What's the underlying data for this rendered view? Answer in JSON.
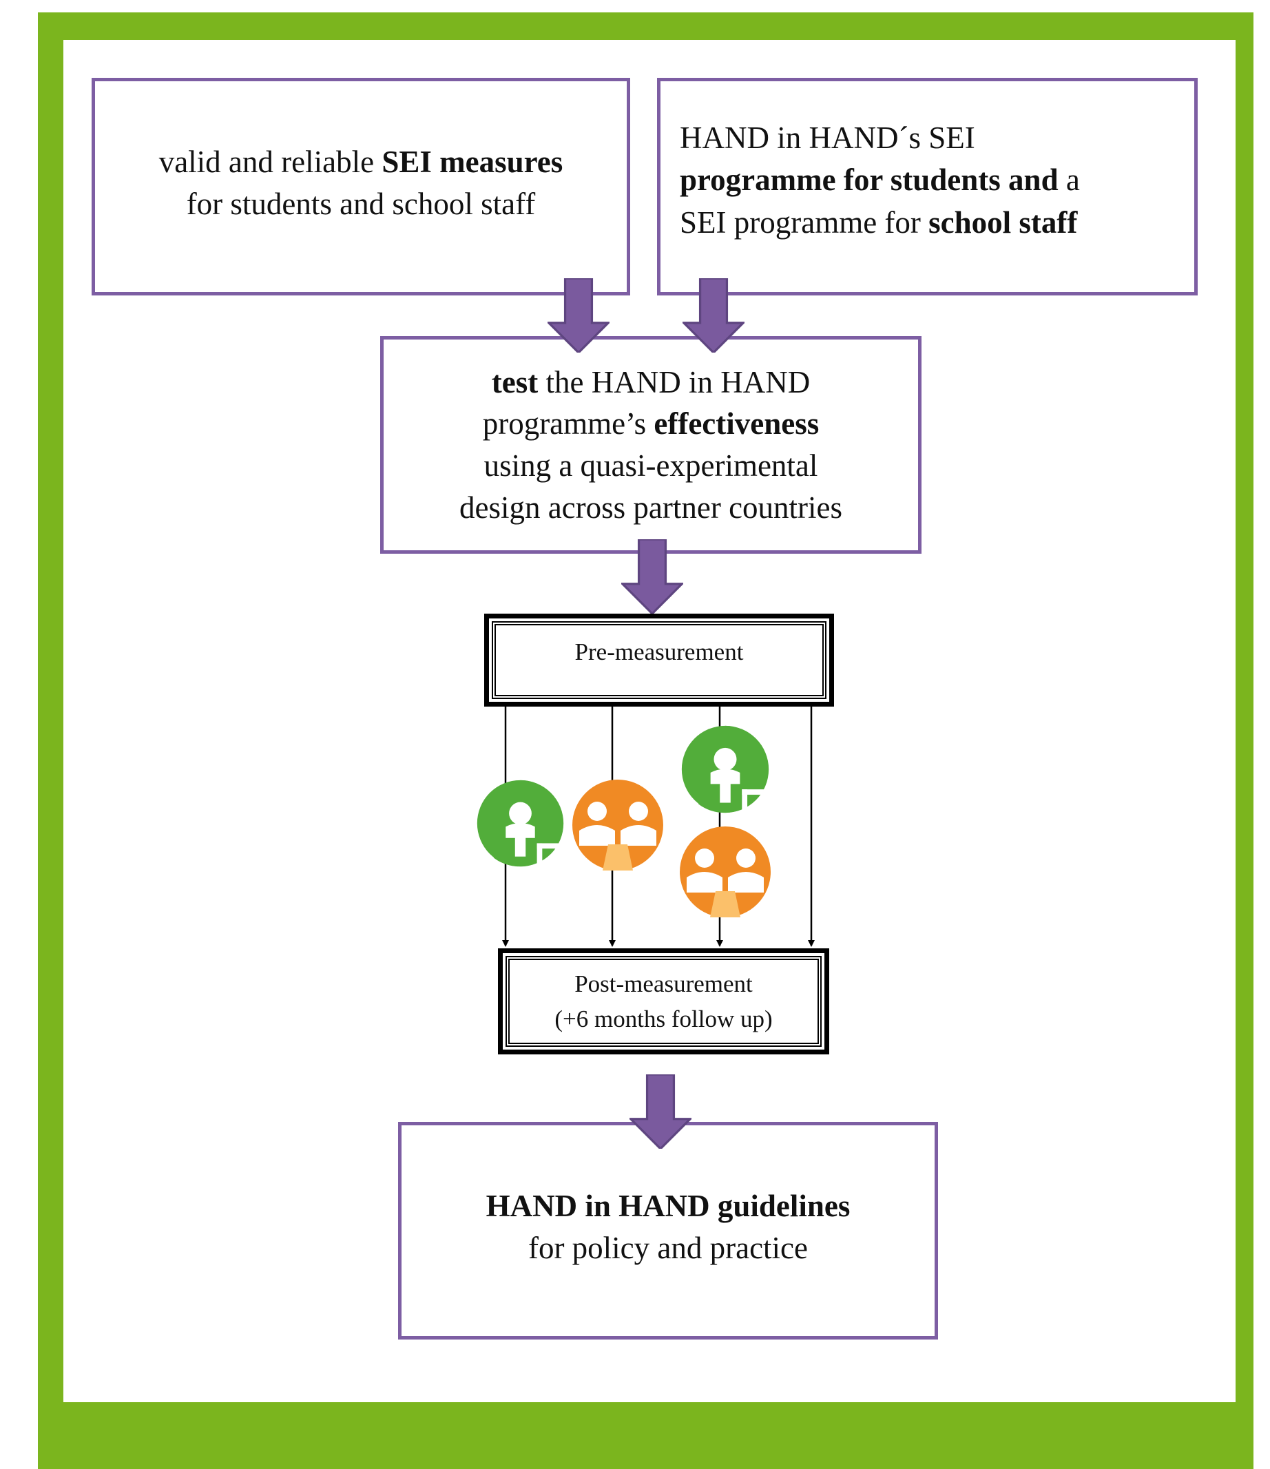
{
  "diagram": {
    "box_measures": {
      "line1_pre": "valid  and reliable  ",
      "line1_bold": "SEI measures",
      "line2": "for students and school staff"
    },
    "box_programme": {
      "line1": "HAND  in HAND´s  SEI",
      "line2_bold": "programme for students and",
      "line2_tail": " a",
      "line3_pre": "SEI programme  for ",
      "line3_bold": "school staff"
    },
    "box_test": {
      "line1_bold": "test",
      "line1_tail": " the HAND  in HAND",
      "line2_pre": "programme’s ",
      "line2_bold": "effectiveness",
      "line3": "using  a  quasi-experimental",
      "line4": "design across partner countries"
    },
    "pre_measurement": "Pre-measurement",
    "post_measurement": {
      "line1": "Post-measurement",
      "line2": "(+6 months  follow  up)"
    },
    "box_guidelines": {
      "line1_bold": "HAND in HAND guidelines",
      "line2": "for policy and practice"
    }
  },
  "colors": {
    "frame_green": "#7bb51e",
    "box_border_purple": "#7d5ea3",
    "arrow_purple": "#7a5a9e",
    "icon_green": "#52ad3a",
    "icon_orange": "#f08a24"
  }
}
